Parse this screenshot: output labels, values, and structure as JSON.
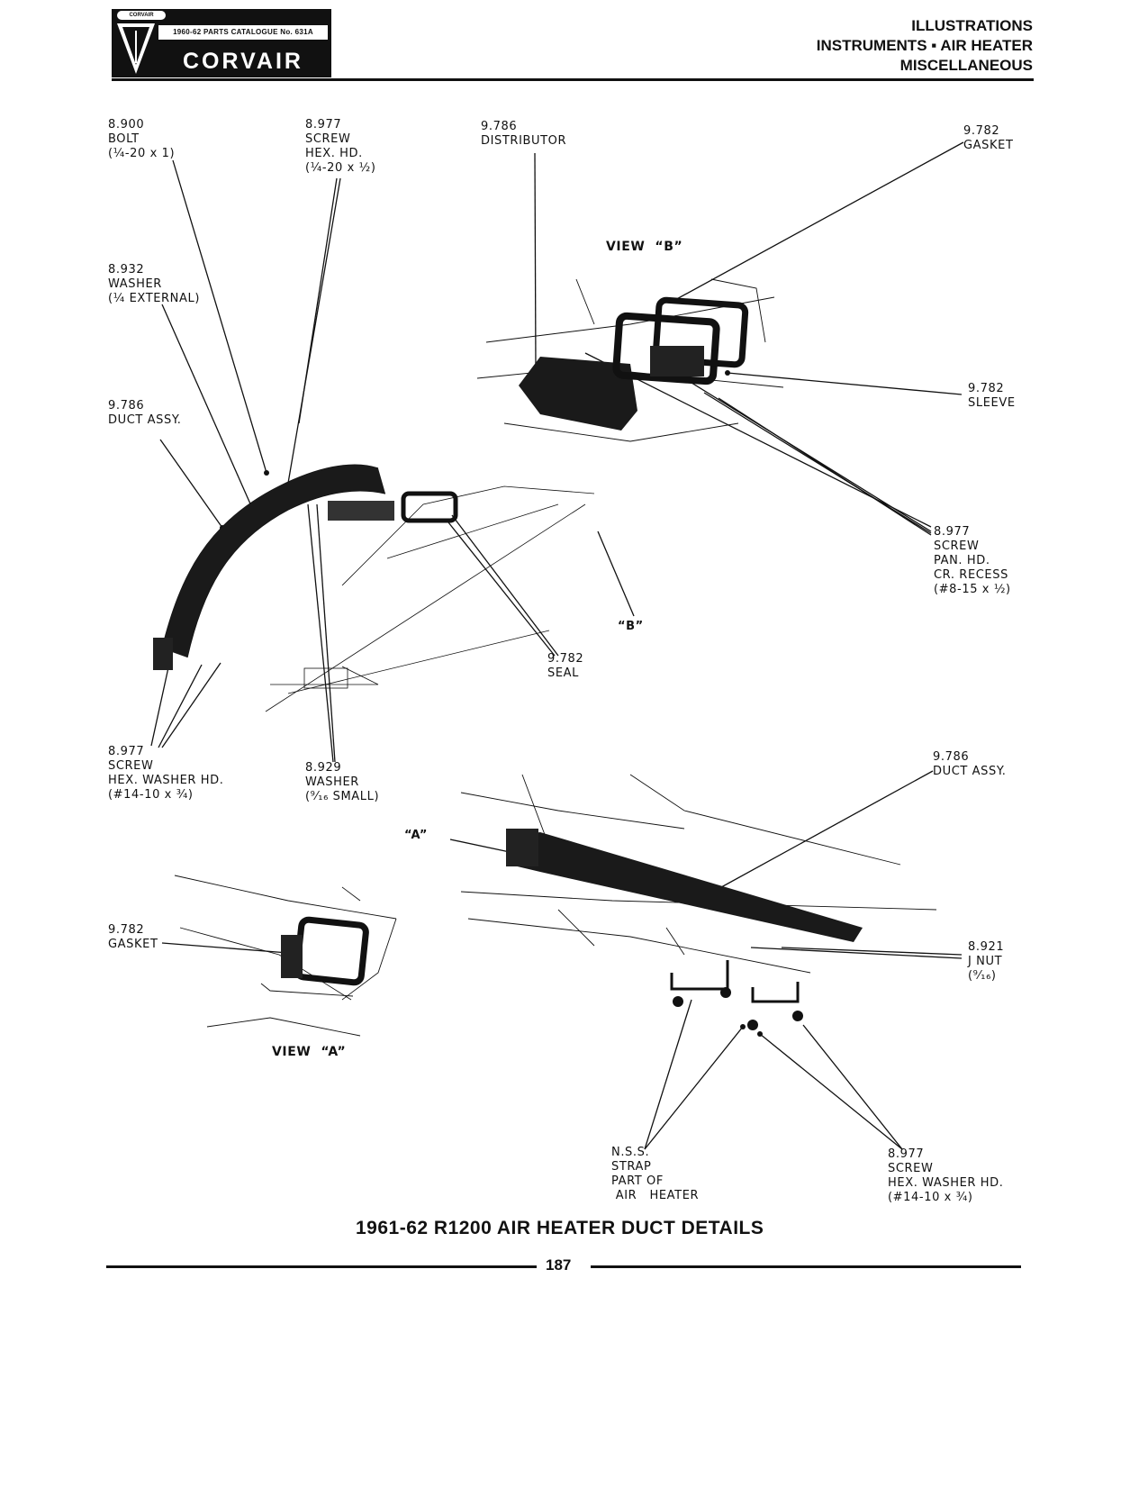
{
  "header": {
    "logo_badge": "CORVAIR",
    "logo_catalog": "1960-62 PARTS CATALOGUE No. 631A",
    "logo_name": "CORVAIR",
    "section_line1": "ILLUSTRATIONS",
    "section_line2": "INSTRUMENTS ▪ AIR HEATER",
    "section_line3": "MISCELLANEOUS"
  },
  "callouts": {
    "bolt": "8.900\nBOLT\n(¼-20 x 1)",
    "screw_hex_hd": "8.977\nSCREW\nHEX. HD.\n(¼-20 x ½)",
    "distributor": "9.786\nDISTRIBUTOR",
    "gasket_top": "9.782\nGASKET",
    "view_b": "VIEW  “B”",
    "washer_ext": "8.932\nWASHER\n(¼ EXTERNAL)",
    "sleeve": "9.782\nSLEEVE",
    "duct_assy_left": "9.786\nDUCT ASSY.",
    "screw_pan_hd": "8.977\nSCREW\nPAN. HD.\nCR. RECESS\n(#8-15 x ½)",
    "b_marker": "“B”",
    "seal": "9.782\nSEAL",
    "screw_hex_washer_left": "8.977\nSCREW\nHEX. WASHER HD.\n(#14-10 x ¾)",
    "washer_small": "8.929\nWASHER\n(⁹⁄₁₆ SMALL)",
    "duct_assy_right": "9.786\nDUCT ASSY.",
    "a_marker": "“A”",
    "gasket_bottom": "9.782\nGASKET",
    "j_nut": "8.921\nJ NUT\n(⁹⁄₁₆)",
    "view_a": "VIEW  “A”",
    "nss_strap": "N.S.S.\nSTRAP\nPART OF\n AIR   HEATER",
    "screw_hex_washer_right": "8.977\nSCREW\nHEX. WASHER HD.\n(#14-10 x ¾)"
  },
  "caption": "1961-62  R1200  AIR  HEATER  DUCT  DETAILS",
  "page_number": "187",
  "colors": {
    "ink": "#111111",
    "paper": "#ffffff"
  }
}
